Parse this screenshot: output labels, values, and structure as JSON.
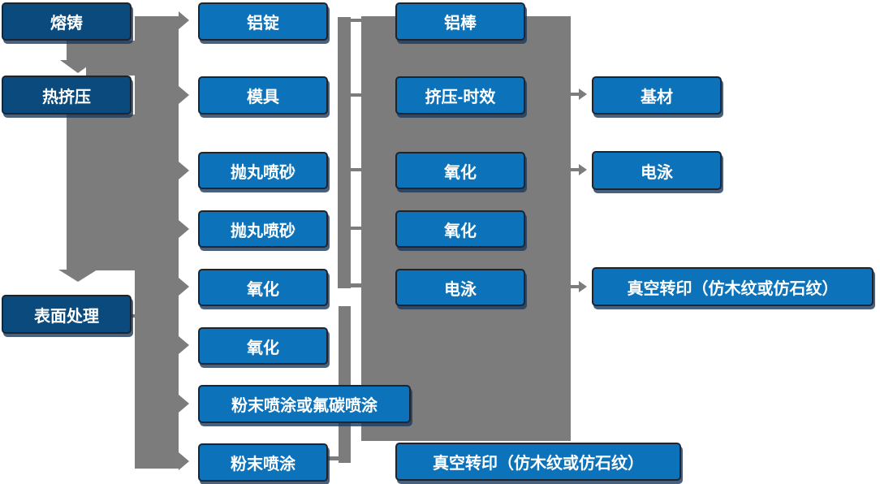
{
  "diagram_title": "",
  "colors": {
    "node_fill_light": "#0c73ba",
    "node_fill_dark": "#0b4a7c",
    "node_border": "#1c2430",
    "node_text": "#ffffff",
    "connector_gray": "#7c7c7c",
    "background": "#ffffff"
  },
  "nodes": [
    {
      "id": "melting-casting",
      "label": "熔铸",
      "variant": "dark"
    },
    {
      "id": "hot-extrusion",
      "label": "热挤压",
      "variant": "dark"
    },
    {
      "id": "surface-treatment",
      "label": "表面处理",
      "variant": "dark"
    },
    {
      "id": "aluminum-ingot",
      "label": "铝锭",
      "variant": "light"
    },
    {
      "id": "mold",
      "label": "模具",
      "variant": "light"
    },
    {
      "id": "shot-blasting-sandblasting-1",
      "label": "抛丸喷砂",
      "variant": "light"
    },
    {
      "id": "shot-blasting-sandblasting-2",
      "label": "抛丸喷砂",
      "variant": "light"
    },
    {
      "id": "oxidation-1",
      "label": "氧化",
      "variant": "light"
    },
    {
      "id": "oxidation-2",
      "label": "氧化",
      "variant": "light"
    },
    {
      "id": "powder-or-fluorocarbon-coating",
      "label": "粉末喷涂或氟碳喷涂",
      "variant": "light"
    },
    {
      "id": "powder-coating",
      "label": "粉末喷涂",
      "variant": "light"
    },
    {
      "id": "aluminum-rod",
      "label": "铝棒",
      "variant": "light"
    },
    {
      "id": "extrusion-aging",
      "label": "挤压-时效",
      "variant": "light"
    },
    {
      "id": "oxidation-3",
      "label": "氧化",
      "variant": "light"
    },
    {
      "id": "oxidation-4",
      "label": "氧化",
      "variant": "light"
    },
    {
      "id": "electrophoresis-1",
      "label": "电泳",
      "variant": "light"
    },
    {
      "id": "vacuum-transfer-print-1",
      "label": "真空转印（仿木纹或仿石纹）",
      "variant": "light"
    },
    {
      "id": "substrate",
      "label": "基材",
      "variant": "light"
    },
    {
      "id": "electrophoresis-2",
      "label": "电泳",
      "variant": "light"
    },
    {
      "id": "vacuum-transfer-print-2",
      "label": "真空转印（仿木纹或仿石纹）",
      "variant": "light"
    }
  ],
  "edges": {
    "stage_sequence": [
      "熔铸",
      "热挤压",
      "表面处理"
    ],
    "main_trunk_targets": [
      "铝锭",
      "模具",
      "抛丸喷砂",
      "抛丸喷砂",
      "氧化",
      "氧化",
      "粉末喷涂或氟碳喷涂",
      "粉末喷涂"
    ],
    "middle_band_links_block_rows": [
      "铝棒",
      "挤压-时效",
      "氧化",
      "氧化",
      "电泳"
    ],
    "block_output_arrows_to": [
      "基材",
      "电泳",
      "真空转印（仿木纹或仿石纹）"
    ],
    "lower_band_links": [
      "粉末喷涂或氟碳喷涂",
      "粉末喷涂"
    ]
  }
}
